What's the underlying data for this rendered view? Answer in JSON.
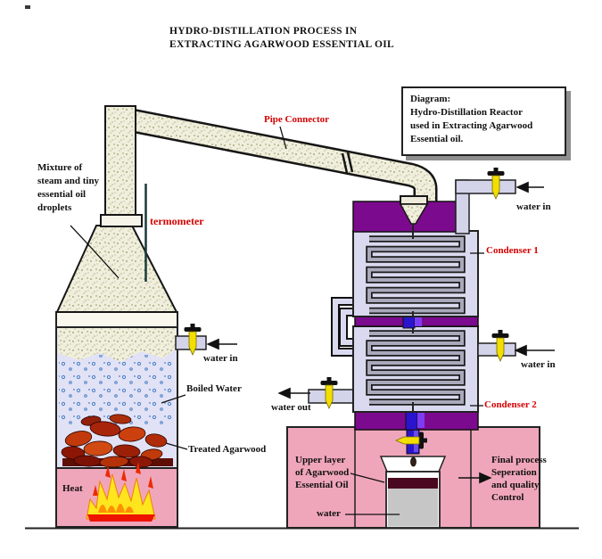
{
  "title": "HYDRO-DISTILLATION PROCESS IN\nEXTRACTING AGARWOOD ESSENTIAL OIL",
  "info_box": "Diagram:\nHydro-Distillation Reactor\nused in Extracting Agarwood\nEssential oil.",
  "labels": {
    "pipe_connector": "Pipe Connector",
    "mixture": "Mixture of\nsteam and tiny\nessential oil\ndroplets",
    "thermometer": "termometer",
    "water_in_left": "water in",
    "boiled_water": "Boiled Water",
    "treated_agarwood": "Treated Agarwood",
    "heat": "Heat",
    "water_in_condenser1": "water in",
    "condenser1": "Condenser 1",
    "water_in_condenser2": "water in",
    "condenser2": "Condenser 2",
    "water_out": "water out",
    "upper_layer": "Upper layer\nof Agarwood\nEssential Oil",
    "water_beaker": "water",
    "final_process": "Final process\nSeperation\nand quality\nControl"
  },
  "colors": {
    "label_red": "#d40000",
    "purple_block": "#7c0a8e",
    "condenser_lavender": "#d9d9f0",
    "pipe_lavender": "#d3d3ea",
    "pink_base": "#f0a6ba",
    "valve_yellow": "#f2df00",
    "steam_beige": "#f0eedc",
    "boiled_water_fill": "#e1e2f6",
    "agarwood_red": "#c23a0c",
    "oil_layer_maroon": "#4a0820",
    "beaker_water_gray": "#c6c6c6",
    "flame_yellow": "#ffe51e",
    "flame_red": "#ee1500",
    "connector_blue": "#2a14cc"
  }
}
